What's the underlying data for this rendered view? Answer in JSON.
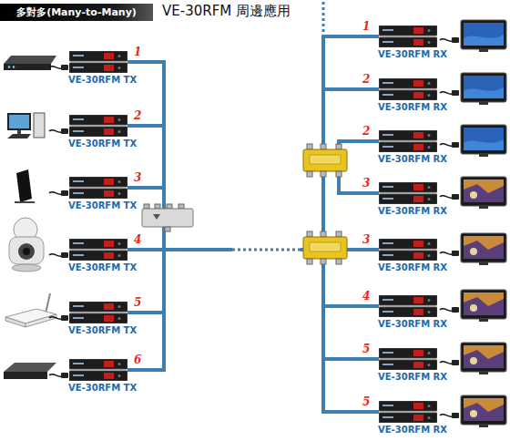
{
  "diagram": {
    "title": "VE-30RFM 周邊應用",
    "nodes": [
      {
        "text": [
          "多對多(Many-to-Many)"
        ]
      },
      {
        "text": [
          "VE-30RFM TX"
        ]
      },
      {
        "text": [
          "VE-30RFM TX"
        ]
      },
      {
        "text": [
          "VE-30RFM TX"
        ]
      },
      {
        "text": [
          "VE-30RFM TX"
        ]
      },
      {
        "text": [
          "VE-30RFM TX"
        ]
      },
      {
        "text": [
          "VE-30RFM TX"
        ]
      },
      {
        "text": [
          "VE-30RFM RX"
        ]
      },
      {
        "text": [
          "VE-30RFM RX"
        ]
      },
      {
        "text": [
          "VE-30RFM RX"
        ]
      },
      {
        "text": [
          "VE-30RFM RX"
        ]
      },
      {
        "text": [
          "VE-30RFM RX"
        ]
      },
      {
        "text": [
          "VE-30RFM RX"
        ]
      },
      {
        "text": [
          "VE-30RFM RX"
        ]
      },
      {
        "text": [
          "VE-30RFM RX"
        ]
      }
    ],
    "edges": [
      {
        "from": 1,
        "to": 7,
        "arrow": "none"
      },
      {
        "from": 1,
        "to": 8,
        "arrow": "none"
      },
      {
        "from": 1,
        "to": 9,
        "arrow": "none"
      },
      {
        "from": 1,
        "to": 10,
        "arrow": "none"
      },
      {
        "from": 1,
        "to": 11,
        "arrow": "none"
      },
      {
        "from": 1,
        "to": 12,
        "arrow": "none"
      },
      {
        "from": 1,
        "to": 13,
        "arrow": "none"
      },
      {
        "from": 1,
        "to": 14,
        "arrow": "none"
      },
      {
        "from": 2,
        "to": 7,
        "arrow": "none"
      },
      {
        "from": 2,
        "to": 8,
        "arrow": "none"
      },
      {
        "from": 2,
        "to": 9,
        "arrow": "none"
      },
      {
        "from": 2,
        "to": 10,
        "arrow": "none"
      },
      {
        "from": 2,
        "to": 11,
        "arrow": "none"
      },
      {
        "from": 2,
        "to": 12,
        "arrow": "none"
      },
      {
        "from": 2,
        "to": 13,
        "arrow": "none"
      },
      {
        "from": 2,
        "to": 14,
        "arrow": "none"
      },
      {
        "from": 3,
        "to": 7,
        "arrow": "none"
      },
      {
        "from": 3,
        "to": 8,
        "arrow": "none"
      },
      {
        "from": 3,
        "to": 9,
        "arrow": "none"
      },
      {
        "from": 3,
        "to": 10,
        "arrow": "none"
      },
      {
        "from": 3,
        "to": 11,
        "arrow": "none"
      },
      {
        "from": 3,
        "to": 12,
        "arrow": "none"
      },
      {
        "from": 3,
        "to": 13,
        "arrow": "none"
      },
      {
        "from": 3,
        "to": 14,
        "arrow": "none"
      },
      {
        "from": 4,
        "to": 7,
        "arrow": "none"
      },
      {
        "from": 4,
        "to": 8,
        "arrow": "none"
      },
      {
        "from": 4,
        "to": 9,
        "arrow": "none"
      },
      {
        "from": 4,
        "to": 10,
        "arrow": "none"
      },
      {
        "from": 4,
        "to": 11,
        "arrow": "none"
      },
      {
        "from": 4,
        "to": 12,
        "arrow": "none"
      },
      {
        "from": 4,
        "to": 13,
        "arrow": "none"
      },
      {
        "from": 4,
        "to": 14,
        "arrow": "none"
      },
      {
        "from": 5,
        "to": 7,
        "arrow": "none"
      },
      {
        "from": 5,
        "to": 8,
        "arrow": "none"
      },
      {
        "from": 5,
        "to": 9,
        "arrow": "none"
      },
      {
        "from": 5,
        "to": 10,
        "arrow": "none"
      },
      {
        "from": 5,
        "to": 11,
        "arrow": "none"
      },
      {
        "from": 5,
        "to": 12,
        "arrow": "none"
      },
      {
        "from": 5,
        "to": 13,
        "arrow": "none"
      },
      {
        "from": 5,
        "to": 14,
        "arrow": "none"
      },
      {
        "from": 6,
        "to": 7,
        "arrow": "none"
      },
      {
        "from": 6,
        "to": 8,
        "arrow": "none"
      },
      {
        "from": 6,
        "to": 9,
        "arrow": "none"
      },
      {
        "from": 6,
        "to": 10,
        "arrow": "none"
      },
      {
        "from": 6,
        "to": 11,
        "arrow": "none"
      },
      {
        "from": 6,
        "to": 12,
        "arrow": "none"
      },
      {
        "from": 6,
        "to": 13,
        "arrow": "none"
      },
      {
        "from": 6,
        "to": 14,
        "arrow": "none"
      }
    ],
    "labels": [
      "1",
      "2",
      "3",
      "4",
      "5",
      "6",
      "1",
      "2",
      "2",
      "3",
      "3",
      "4",
      "5",
      "5"
    ]
  }
}
